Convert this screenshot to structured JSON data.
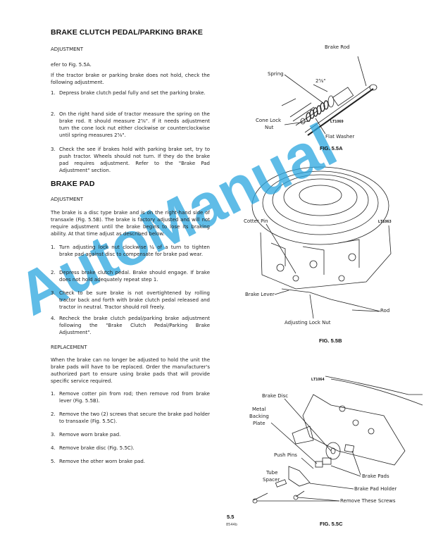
{
  "section1": {
    "title": "BRAKE CLUTCH PEDAL/PARKING BRAKE",
    "subtitle": "ADJUSTMENT",
    "refer": "efer to Fig. 5.5A.",
    "intro": "If the tractor brake or parking brake does not hold, check the following adjustment.",
    "steps": [
      "Depress brake clutch pedal fully and set the parking brake.",
      "On the right hand side of tractor measure the spring on the brake rod. It should measure 2⅝\". If it needs adjustment turn the cone lock nut either clockwise or counterclockwise until spring measures 2⅝\".",
      "Check the see if brakes hold with parking brake set, try to push tractor. Wheels should not turn. If they do the brake pad requires adjustment. Refer to the \"Brake Pad Adjustment\" section."
    ]
  },
  "section2": {
    "title": "BRAKE PAD",
    "subtitle": "ADJUSTMENT",
    "intro": "The brake is a disc type brake and is on the right-hand side of transaxle (Fig. 5.5B). The brake is factory adjusted and will not require adjustment until the brake begins to lose its braking ability. At that time adjust as described below.",
    "steps": [
      "Turn adjusting lock nut clockwise ¼ of a turn to tighten brake pad against disc to compensate for brake pad wear.",
      "Depress brake clutch pedal. Brake should engage. If brake does not hold adequately repeat step 1.",
      "Check to be sure brake is not overtightened by rolling tractor back and forth with brake clutch pedal released and tractor in neutral. Tractor should roll freely.",
      "Recheck the brake clutch pedal/parking brake adjustment following the \"Brake Clutch Pedal/Parking Brake Adjustment\"."
    ],
    "replacement_title": "REPLACEMENT",
    "replacement_intro": "When the brake can no longer be adjusted to hold the unit the brake pads will have to be replaced. Order the manufacturer's authorized part to ensure using brake pads that will provide specific service required.",
    "replacement_steps": [
      "Remove cotter pin from rod; then remove rod from brake lever (Fig. 5.5B).",
      "Remove the two (2) screws that secure the brake pad holder to transaxle (Fig. 5.5C).",
      "Remove worn brake pad.",
      "Remove brake disc (Fig. 5.5C).",
      "Remove the other worn brake pad."
    ]
  },
  "fig_a": {
    "caption": "FIG. 5.5A",
    "code": "LT1069",
    "brake_rod": "Brake Rod",
    "spring": "Spring",
    "measure": "2⅝\"",
    "cone_lock": "Cone Lock",
    "nut": "Nut",
    "flat_washer": "Flat Washer"
  },
  "fig_b": {
    "caption": "FIG. 5.5B",
    "code": "LT1063",
    "cotter_pin": "Cotter Pin",
    "brake_lever": "Brake Lever",
    "rod": "Rod",
    "adjusting_lock_nut": "Adjusting Lock Nut"
  },
  "fig_c": {
    "caption": "FIG. 5.5C",
    "code": "LT1064",
    "brake_disc": "Brake Disc",
    "metal": "Metal",
    "backing": "Backing",
    "plate": "Plate",
    "push_pins": "Push Pins",
    "brake_pads": "Brake Pads",
    "tube": "Tube",
    "spacer": "Spacer",
    "brake_pad_holder": "Brake Pad Holder",
    "remove_screws": "Remove These Screws"
  },
  "footer": {
    "page_number": "5.5",
    "doc_code": "8544b"
  },
  "watermark": "AutoManual",
  "colors": {
    "watermark": "#2aa6e0",
    "text": "#222222"
  }
}
